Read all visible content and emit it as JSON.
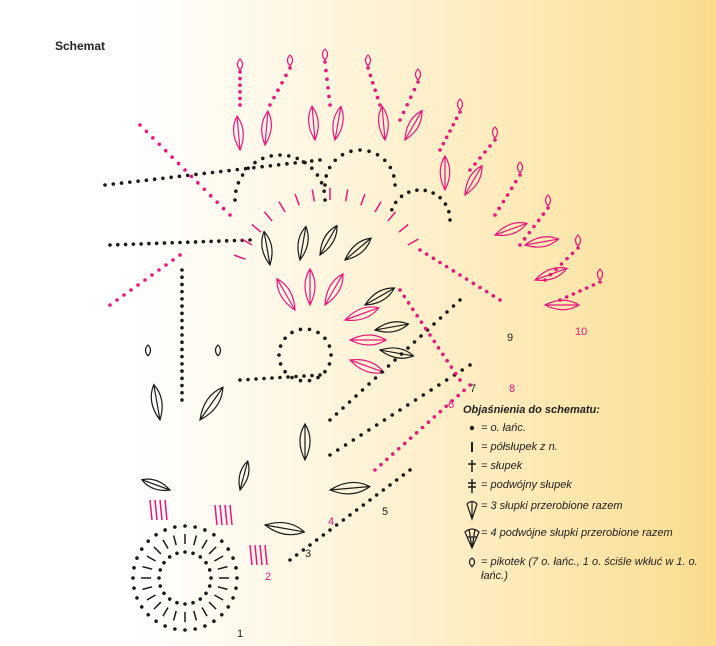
{
  "page": {
    "title": "Schemat"
  },
  "row_labels": [
    {
      "text": "1",
      "color": "black"
    },
    {
      "text": "2",
      "color": "pink"
    },
    {
      "text": "3",
      "color": "black"
    },
    {
      "text": "4",
      "color": "pink"
    },
    {
      "text": "5",
      "color": "black"
    },
    {
      "text": "6",
      "color": "pink"
    },
    {
      "text": "7",
      "color": "black"
    },
    {
      "text": "8",
      "color": "pink"
    },
    {
      "text": "9",
      "color": "black"
    },
    {
      "text": "10",
      "color": "pink"
    }
  ],
  "legend": {
    "title": "Objaśnienia do schematu:",
    "items": [
      {
        "symbol": "dot-icon",
        "text": "= o. łańc."
      },
      {
        "symbol": "half-double-crochet-icon",
        "text": "= półsłupek z n."
      },
      {
        "symbol": "double-crochet-icon",
        "text": "= słupek"
      },
      {
        "symbol": "treble-crochet-icon",
        "text": "= podwójny słupek"
      },
      {
        "symbol": "three-dc-cluster-icon",
        "text": "= 3 słupki przerobione razem"
      },
      {
        "symbol": "four-tr-cluster-icon",
        "text": "= 4 podwójne słupki przerobione razem"
      },
      {
        "symbol": "picot-icon",
        "text": "= pikotek (7 o. łańc., 1 o. ściśle wkłuć w 1. o. łańc.)"
      }
    ]
  },
  "colors": {
    "black": "#1a1a1a",
    "pink": "#e8167e"
  }
}
